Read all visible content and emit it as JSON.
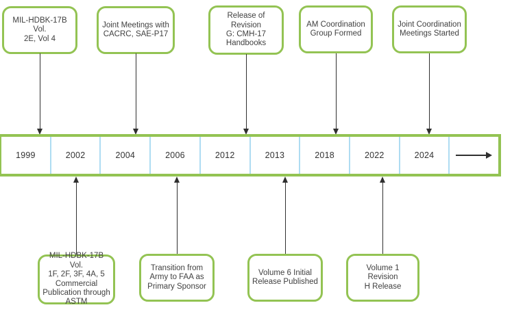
{
  "timeline": {
    "years": [
      "1999",
      "2002",
      "2004",
      "2006",
      "2012",
      "2013",
      "2018",
      "2022",
      "2024"
    ]
  },
  "events_above": [
    {
      "year": "1999",
      "label": "MIL-HDBK-17B Vol.\n2E, Vol 4"
    },
    {
      "year": "2004",
      "label": "Joint Meetings with\nCACRC, SAE-P17"
    },
    {
      "year": "2012",
      "label": "Release of Revision\nG: CMH-17\nHandbooks"
    },
    {
      "year": "2018",
      "label": "AM Coordination\nGroup Formed"
    },
    {
      "year": "2024",
      "label": "Joint Coordination\nMeetings Started"
    }
  ],
  "events_below": [
    {
      "year": "2002",
      "label": "MIL-HDBK-17B Vol.\n1F, 2F, 3F, 4A, 5\nCommercial\nPublication through\nASTM"
    },
    {
      "year": "2006",
      "label": "Transition from\nArmy to FAA as\nPrimary Sponsor"
    },
    {
      "year": "2013",
      "label": "Volume 6 Initial\nRelease Published"
    },
    {
      "year": "2022",
      "label": "Volume 1 Revision\nH Release"
    }
  ],
  "colors": {
    "box_border_green": "#93c353",
    "divider_blue": "#aedcf2",
    "connector_black": "#2f2f2f",
    "text_gray": "#3f3f3f"
  }
}
